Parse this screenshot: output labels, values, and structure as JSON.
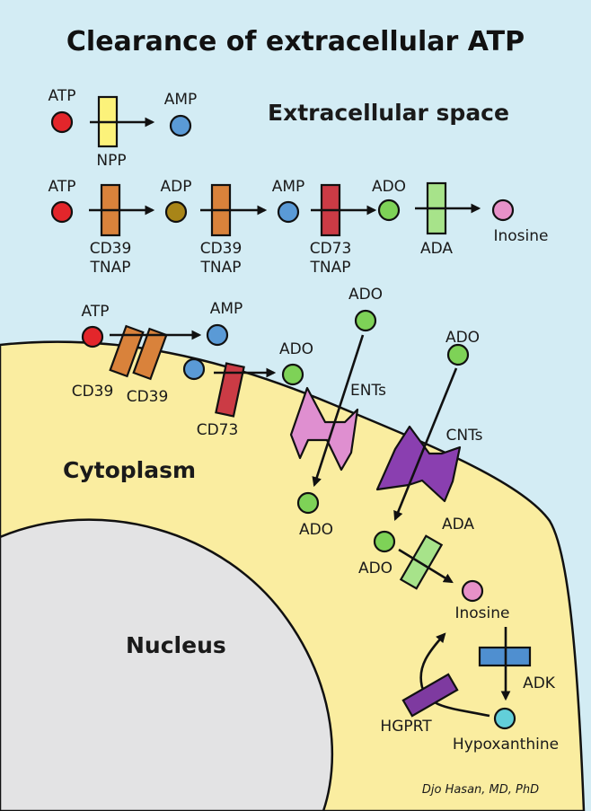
{
  "title": "Clearance of extracellular ATP",
  "regions": {
    "extracellular": "Extracellular space",
    "cytoplasm": "Cytoplasm",
    "nucleus": "Nucleus"
  },
  "molecules": {
    "atp": "ATP",
    "adp": "ADP",
    "amp": "AMP",
    "ado": "ADO",
    "inosine": "Inosine",
    "hypoxanthine": "Hypoxanthine"
  },
  "enzymes": {
    "npp": "NPP",
    "cd39": "CD39",
    "cd73": "CD73",
    "tnap": "TNAP",
    "ada": "ADA",
    "adk": "ADK",
    "hgprt": "HGPRT"
  },
  "transporters": {
    "ents": "ENTs",
    "cnts": "CNTs"
  },
  "credit": "Djo Hasan, MD, PhD",
  "colors": {
    "background": "#d3ecf4",
    "cytoplasm": "#faeda0",
    "nucleus": "#e3e3e4",
    "atp": "#e3262b",
    "adp": "#a88518",
    "amp": "#5a9ad6",
    "ado": "#7ed257",
    "inosine": "#e791c8",
    "hypoxanthine": "#62cfd9",
    "npp": "#fcf27a",
    "cd39": "#d9823b",
    "cd73": "#cb3b45",
    "ada": "#a7e38a",
    "adk": "#4f8fd0",
    "hgprt": "#7e3aa0",
    "ents": "#df8fd0",
    "cnts": "#8a3fb0"
  }
}
